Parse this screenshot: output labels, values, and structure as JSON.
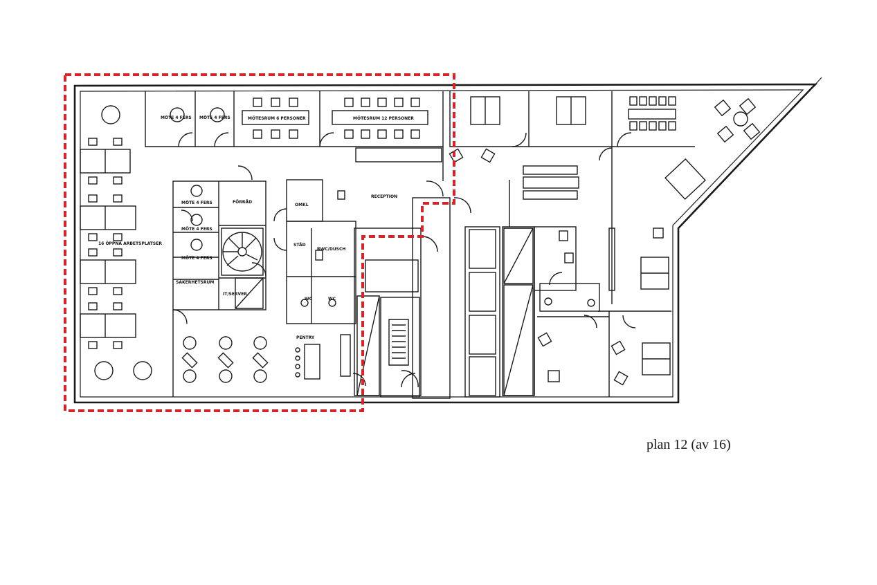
{
  "colors": {
    "outline": "#1a1a1a",
    "highlight": "#d8232a"
  },
  "rooms": {
    "mote1": "MÖTE 4 FERS",
    "mote2": "MÖTE 4 FERS",
    "motesrum6": "MÖTESRUM 6 PERSONER",
    "motesrum12": "MÖTESRUM 12 PERSONER",
    "reception": "RECEPTION",
    "forrad": "FÖRRÅD",
    "omkl": "OMKL",
    "stad": "STÄD",
    "rwc": "RWC/DUSCH",
    "wc1": "WC",
    "wc2": "WC",
    "open_workplaces": "16 ÖPPNA ARBETSPLATSER",
    "mote_a": "MÖTE 4 FERS",
    "mote_b": "MÖTE 4 FERS",
    "mote_c": "MÖTE 4 FERS",
    "sakerhetsrum": "SÄKERHETSRUM",
    "itserver": "IT/SERVER",
    "pentry": "PENTRY"
  },
  "caption": "plan 12 (av 16)"
}
